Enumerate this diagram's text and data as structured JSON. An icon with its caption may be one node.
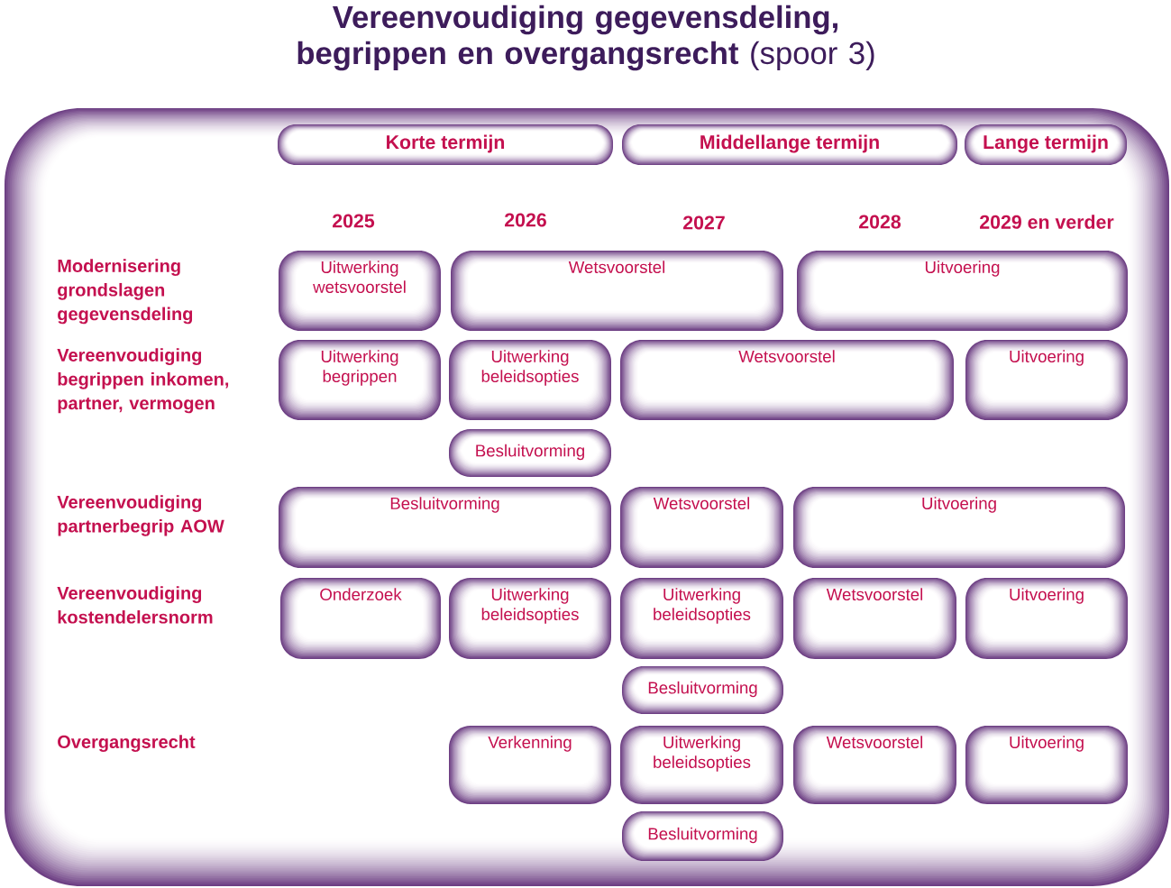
{
  "diagram": {
    "title": "**Vereenvoudiging gegevensdeling, begrippen en overgangsrecht** (spoor 3)",
    "nodes": [
      {
        "text": [
          "Korte termijn"
        ]
      },
      {
        "text": [
          "Middellange termijn"
        ]
      },
      {
        "text": [
          "Lange termijn"
        ]
      },
      {
        "text": [
          "Uitwerking wetsvoorstel"
        ]
      },
      {
        "text": [
          "Wetsvoorstel"
        ]
      },
      {
        "text": [
          "Uitvoering"
        ]
      },
      {
        "text": [
          "Uitwerking begrippen"
        ]
      },
      {
        "text": [
          "Uitwerking beleidsopties"
        ]
      },
      {
        "text": [
          "Wetsvoorstel"
        ]
      },
      {
        "text": [
          "Uitvoering"
        ]
      },
      {
        "text": [
          "Besluitvorming"
        ]
      },
      {
        "text": [
          "Besluitvorming"
        ]
      },
      {
        "text": [
          "Wetsvoorstel"
        ]
      },
      {
        "text": [
          "Uitvoering"
        ]
      },
      {
        "text": [
          "Onderzoek"
        ]
      },
      {
        "text": [
          "Uitwerking beleidsopties"
        ]
      },
      {
        "text": [
          "Uitwerking beleidsopties"
        ]
      },
      {
        "text": [
          "Wetsvoorstel"
        ]
      },
      {
        "text": [
          "Uitvoering"
        ]
      },
      {
        "text": [
          "Besluitvorming"
        ]
      },
      {
        "text": [
          "Verkenning"
        ]
      },
      {
        "text": [
          "Uitwerking beleidsopties"
        ]
      },
      {
        "text": [
          "Wetsvoorstel"
        ]
      },
      {
        "text": [
          "Uitvoering"
        ]
      },
      {
        "text": [
          "Besluitvorming"
        ]
      }
    ],
    "labels": [
      "2025",
      "2026",
      "2027",
      "2028",
      "2029 en verder",
      "Modernisering grondslagen gegevensdeling",
      "Vereenvoudiging begrippen inkomen, partner, vermogen",
      "Vereenvoudiging partnerbegrip AOW",
      "Vereenvoudiging kostendelersnorm",
      "Overgangsrecht"
    ]
  }
}
